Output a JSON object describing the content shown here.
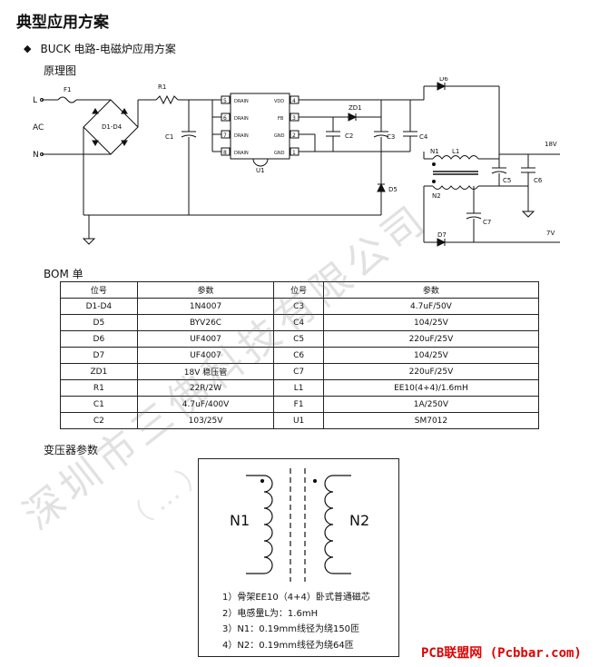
{
  "title": "典型应用方案",
  "section": {
    "bullet": "◆",
    "label": "BUCK 电路-电磁炉应用方案"
  },
  "schematic_label": "原理图",
  "schematic": {
    "L": "L",
    "N": "N",
    "AC": "AC",
    "F1": "F1",
    "R1": "R1",
    "bridge": "D1-D4",
    "C1": "C1",
    "C2": "C2",
    "C3": "C3",
    "C4": "C4",
    "C5": "C5",
    "C6": "C6",
    "C7": "C7",
    "U1": "U1",
    "ZD1": "ZD1",
    "D5": "D5",
    "D6": "D6",
    "D7": "D7",
    "N1": "N1",
    "N2": "N2",
    "L1": "L1",
    "pin5": "5",
    "pin6": "6",
    "pin7": "7",
    "pin8": "8",
    "pin4": "4",
    "pin3": "3",
    "pin2": "2",
    "pin1": "1",
    "drain": "DRAIN",
    "vdd": "VDD",
    "fb": "FB",
    "gnd": "GND",
    "out18": "18V",
    "out7": "7V"
  },
  "bom_label": "BOM 单",
  "bom": {
    "headers": [
      "位号",
      "参数",
      "位号",
      "参数"
    ],
    "rows": [
      [
        "D1-D4",
        "1N4007",
        "C3",
        "4.7uF/50V"
      ],
      [
        "D5",
        "BYV26C",
        "C4",
        "104/25V"
      ],
      [
        "D6",
        "UF4007",
        "C5",
        "220uF/25V"
      ],
      [
        "D7",
        "UF4007",
        "C6",
        "104/25V"
      ],
      [
        "ZD1",
        "18V 稳压管",
        "C7",
        "220uF/25V"
      ],
      [
        "R1",
        "22R/2W",
        "L1",
        "EE10(4+4)/1.6mH"
      ],
      [
        "C1",
        "4.7uF/400V",
        "F1",
        "1A/250V"
      ],
      [
        "C2",
        "103/25V",
        "U1",
        "SM7012"
      ]
    ]
  },
  "transformer_label": "变压器参数",
  "transformer": {
    "N1": "N1",
    "N2": "N2",
    "notes": [
      "1）骨架EE10（4+4）卧式普通磁芯",
      "2）电感量L为：1.6mH",
      "3）N1：0.19mm线径为绕150匝",
      "4）N2：0.19mm线径为绕64匝"
    ]
  },
  "watermark": {
    "line1": "深圳市三佛科技有限公司",
    "line2": "（…）"
  },
  "footer": "PCB联盟网 (Pcbbar.com)"
}
